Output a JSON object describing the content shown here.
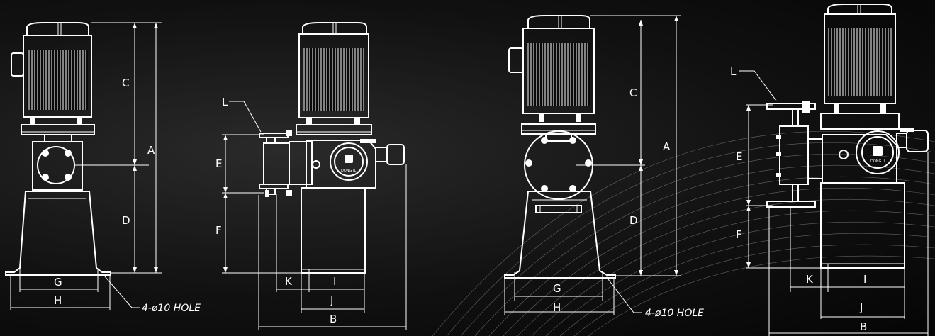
{
  "labels": {
    "A": "A",
    "B": "B",
    "C": "C",
    "D": "D",
    "E": "E",
    "F": "F",
    "G": "G",
    "H": "H",
    "I": "I",
    "J": "J",
    "K": "K",
    "L": "L"
  },
  "notes": {
    "hole": "4-ø10 HOLE"
  },
  "logo": {
    "brand": "DONG IL"
  }
}
